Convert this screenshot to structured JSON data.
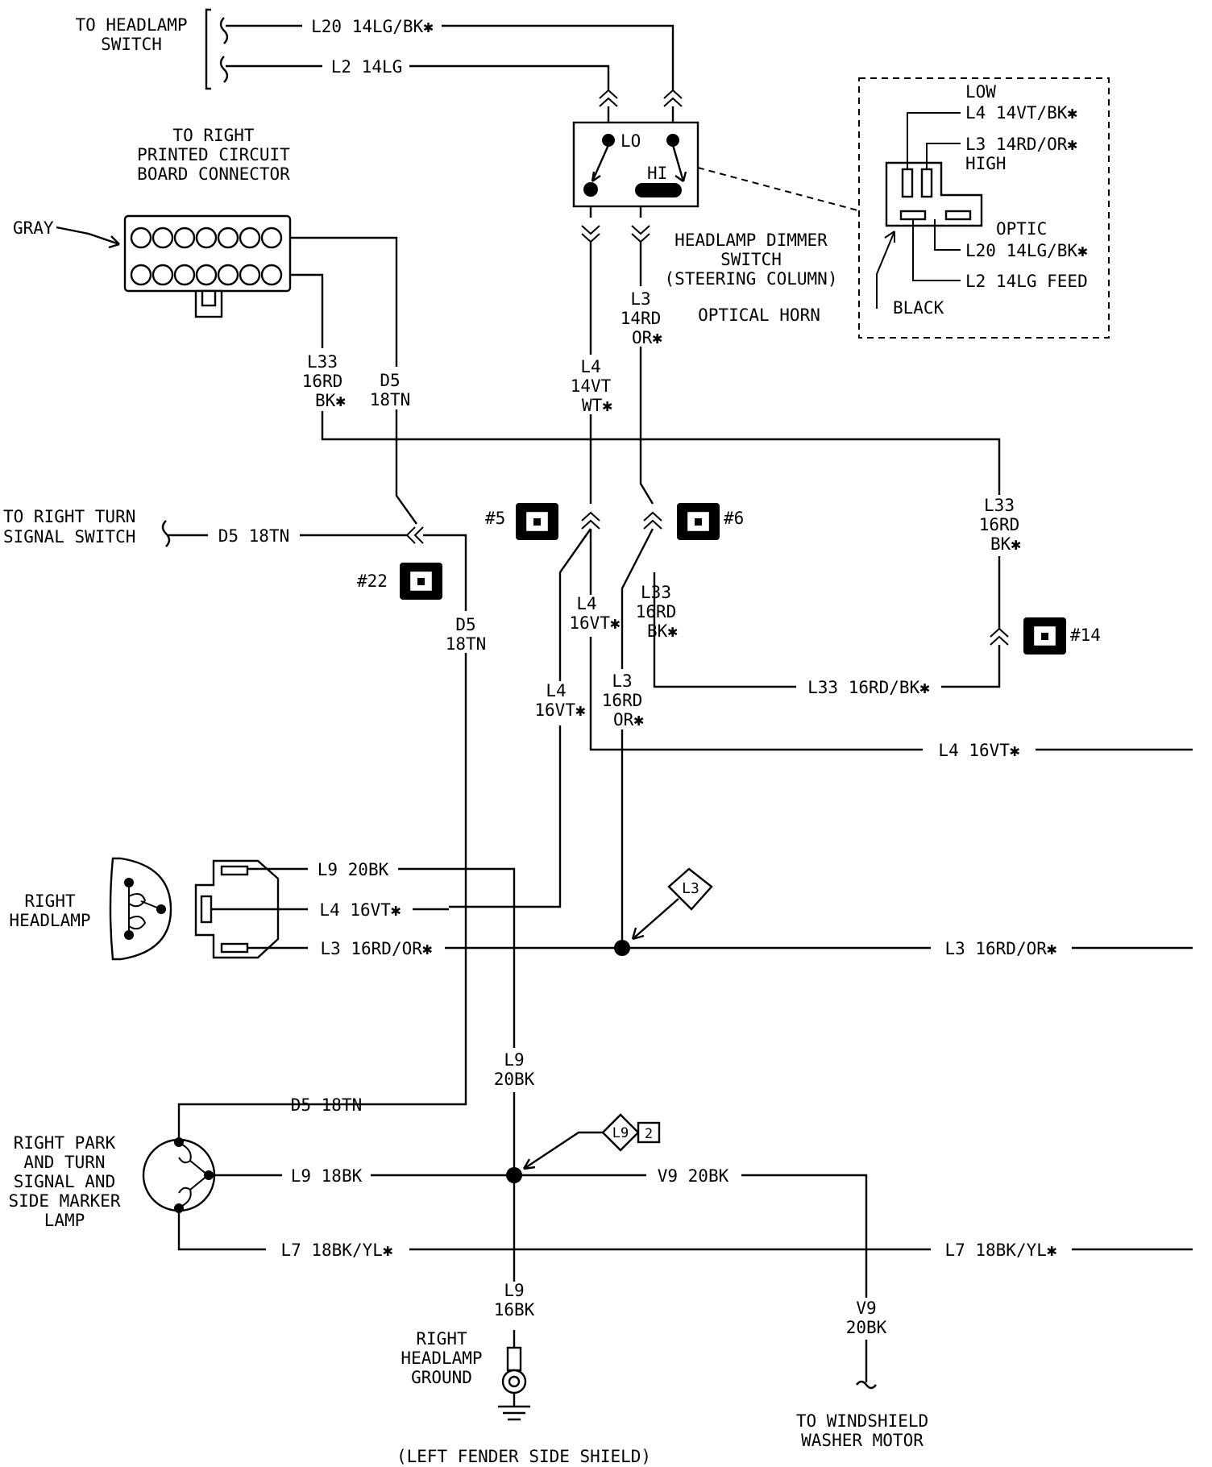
{
  "top": {
    "headlamp_switch": [
      "TO HEADLAMP",
      "SWITCH"
    ],
    "wire_l20": "L20 14LG/BK✱",
    "wire_l2": "L2 14LG"
  },
  "right_pcb": {
    "title": [
      "TO RIGHT",
      "PRINTED CIRCUIT",
      "BOARD CONNECTOR"
    ],
    "gray": "GRAY"
  },
  "dimmer": {
    "lo": "LO",
    "hi": "HI",
    "title": [
      "HEADLAMP DIMMER",
      "SWITCH",
      "(STEERING COLUMN)"
    ],
    "optical_horn": "OPTICAL HORN"
  },
  "inset": {
    "low": "LOW",
    "l4": "L4 14VT/BK✱",
    "l3": "L3 14RD/OR✱",
    "high": "HIGH",
    "optic": "OPTIC",
    "l20": "L20 14LG/BK✱",
    "l2": "L2 14LG FEED",
    "black": "BLACK"
  },
  "vertical_labels": {
    "l3_14rd": [
      "L3",
      "14RD",
      "OR✱"
    ],
    "l4_14vt": [
      "L4",
      "14VT",
      "WT✱"
    ],
    "l33_16rd_left": [
      "L33",
      "16RD",
      "BK✱"
    ],
    "d5_18tn_top": [
      "D5",
      "18TN"
    ],
    "l33_16rd_right": [
      "L33",
      "16RD",
      "BK✱"
    ],
    "d5_18tn_mid": [
      "D5",
      "18TN"
    ],
    "l4_16vt_a": [
      "L4",
      "16VT✱"
    ],
    "l33_16rd_mid": [
      "L33",
      "16RD",
      "BK✱"
    ],
    "l4_16vt_b": [
      "L4",
      "16VT✱"
    ],
    "l3_16rd": [
      "L3",
      "16RD",
      "OR✱"
    ],
    "l9_20bk": [
      "L9",
      "20BK"
    ],
    "l9_16bk": [
      "L9",
      "16BK"
    ],
    "v9_20bk": [
      "V9",
      "20BK"
    ]
  },
  "turn_signal": {
    "title": [
      "TO RIGHT TURN",
      "SIGNAL SWITCH"
    ],
    "wire": "D5 18TN"
  },
  "connectors": {
    "c5": "#5",
    "c6": "#6",
    "c22": "#22",
    "c14": "#14"
  },
  "horizontal_wires": {
    "l33": "L33 16RD/BK✱",
    "l4_right": "L4 16VT✱",
    "l9_20bk": "L9 20BK",
    "l4_16vt": "L4 16VT✱",
    "l3_left": "L3 16RD/OR✱",
    "l3_right": "L3 16RD/OR✱",
    "d5": "D5 18TN",
    "l9_18bk": "L9 18BK",
    "v9": "V9 20BK",
    "l7_left": "L7 18BK/YL✱",
    "l7_right": "L7 18BK/YL✱"
  },
  "headlamp": {
    "title": [
      "RIGHT",
      "HEADLAMP"
    ]
  },
  "splices": {
    "l3": "L3",
    "l9": "L9",
    "l9_num": "2"
  },
  "park_lamp": {
    "title": [
      "RIGHT PARK",
      "AND TURN",
      "SIGNAL AND",
      "SIDE MARKER",
      "LAMP"
    ]
  },
  "ground": {
    "title": [
      "RIGHT",
      "HEADLAMP",
      "GROUND"
    ],
    "location": "(LEFT FENDER SIDE SHIELD)"
  },
  "washer": {
    "title": [
      "TO WINDSHIELD",
      "WASHER MOTOR"
    ]
  }
}
